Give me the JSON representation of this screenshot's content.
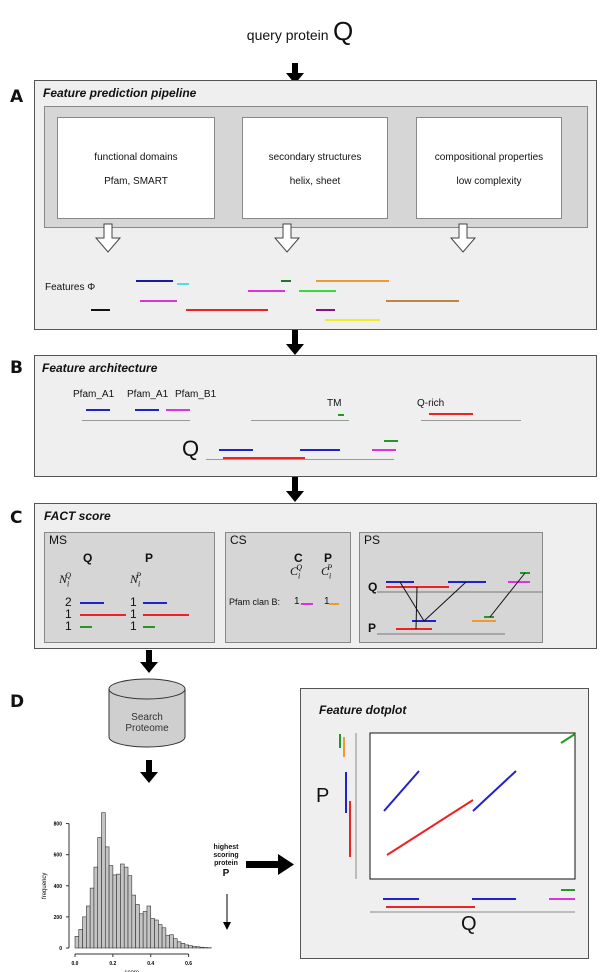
{
  "top": {
    "label": "query protein",
    "symbol": "Q"
  },
  "panelA": {
    "letter": "A",
    "title": "Feature prediction pipeline",
    "boxes": [
      {
        "line1": "functional domains",
        "line2": "Pfam, SMART"
      },
      {
        "line1": "secondary structures",
        "line2": "helix, sheet"
      },
      {
        "line1": "compositional properties",
        "line2": "low complexity"
      }
    ],
    "features_label": "Features Φ",
    "feature_colors": [
      "#1a1aa8",
      "#55dddd",
      "#dd33dd",
      "#dd33dd",
      "#111111",
      "#ee2222",
      "#227722",
      "#ee9933",
      "#33dd33",
      "#bb8844",
      "#881188",
      "#eeee22"
    ]
  },
  "panelB": {
    "letter": "B",
    "title": "Feature architecture",
    "labels": {
      "pfam_a1_1": "Pfam_A1",
      "pfam_a1_2": "Pfam_A1",
      "pfam_b1": "Pfam_B1",
      "tm": "TM",
      "qrich": "Q-rich",
      "q": "Q"
    }
  },
  "panelC": {
    "letter": "C",
    "title": "FACT score",
    "ms": {
      "label": "MS",
      "col_q": "Q",
      "col_p": "P",
      "nq": "N",
      "nq_sup": "Q",
      "np": "N",
      "np_sup": "P",
      "sub": "i",
      "rows": [
        {
          "q": "2",
          "p": "1",
          "color": "#2222cc"
        },
        {
          "q": "1",
          "p": "1",
          "color": "#ee2222"
        },
        {
          "q": "1",
          "p": "1",
          "color": "#229922"
        }
      ]
    },
    "cs": {
      "label": "CS",
      "col_c": "C",
      "col_p": "P",
      "cq": "C",
      "cq_sup": "Q",
      "cp": "C",
      "cp_sup": "P",
      "sub": "i",
      "row_label": "Pfam clan B:",
      "val_q": "1",
      "val_p": "1"
    },
    "ps": {
      "label": "PS",
      "q": "Q",
      "p": "P"
    }
  },
  "panelD": {
    "letter": "D",
    "database": {
      "line1": "Search",
      "line2": "Proteome"
    },
    "annotation": {
      "line1": "highest",
      "line2": "scoring",
      "line3": "protein",
      "symbol": "P"
    },
    "dotplot": {
      "title": "Feature dotplot",
      "x_label": "Q",
      "y_label": "P"
    }
  },
  "chart_data": {
    "type": "bar",
    "title": "",
    "xlabel": "score",
    "ylabel": "frequency",
    "bin_width": 0.02,
    "x_start": 0.0,
    "xlim": [
      0.0,
      0.72
    ],
    "ylim": [
      0,
      870
    ],
    "x_ticks": [
      "0.0",
      "0.2",
      "0.4",
      "0.6"
    ],
    "y_ticks": [
      "0",
      "200",
      "400",
      "600",
      "800"
    ],
    "values": [
      75,
      120,
      200,
      270,
      385,
      520,
      710,
      870,
      650,
      530,
      470,
      475,
      540,
      520,
      465,
      340,
      280,
      220,
      235,
      270,
      190,
      180,
      150,
      130,
      80,
      85,
      60,
      40,
      30,
      20,
      15,
      10,
      8,
      5,
      3,
      2
    ],
    "bar_color": "#c4c4c4"
  }
}
